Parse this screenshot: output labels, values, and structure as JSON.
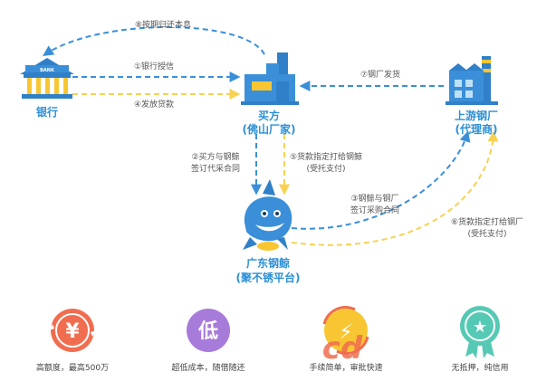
{
  "flow": {
    "nodes": {
      "bank": {
        "label": "银行",
        "sign": "BANK"
      },
      "buyer": {
        "line1": "买方",
        "line2": "(佛山厂家)"
      },
      "steel_mill": {
        "line1": "上游钢厂",
        "line2": "(代理商)"
      },
      "platform": {
        "line1": "广东钢鲸",
        "line2": "(聚不锈平台)"
      }
    },
    "steps": {
      "s1": "①银行授信",
      "s2_line1": "②买方与钢鲸",
      "s2_line2": "签订代采合同",
      "s3_line1": "③钢鲸与钢厂",
      "s3_line2": "签订采购合同",
      "s4": "④发放贷款",
      "s5_line1": "⑤货款指定打给钢鲸",
      "s5_line2": "(受托支付)",
      "s6_line1": "⑥货款指定打给钢厂",
      "s6_line2": "(受托支付)",
      "s7": "⑦钢厂发货",
      "s8": "⑧按期归还本息"
    }
  },
  "features": [
    {
      "icon": "yuan-icon",
      "glyph": "¥",
      "text": "高额度，最高500万",
      "color": "#f06d4f"
    },
    {
      "icon": "low-icon",
      "glyph": "低",
      "text": "超低成本，随借随还",
      "color": "#a77bd9"
    },
    {
      "icon": "lightning-icon",
      "glyph": "⚡",
      "text": "手续简单，审批快速",
      "color": "#f7c632"
    },
    {
      "icon": "star-ribbon-icon",
      "glyph": "★",
      "text": "无抵押，纯信用",
      "color": "#56c9b4"
    }
  ],
  "watermark": {
    "text": "cd"
  },
  "colors": {
    "blue": "#3a8fd8",
    "yellow": "#f7d154",
    "label_blue": "#2b8fd6"
  }
}
